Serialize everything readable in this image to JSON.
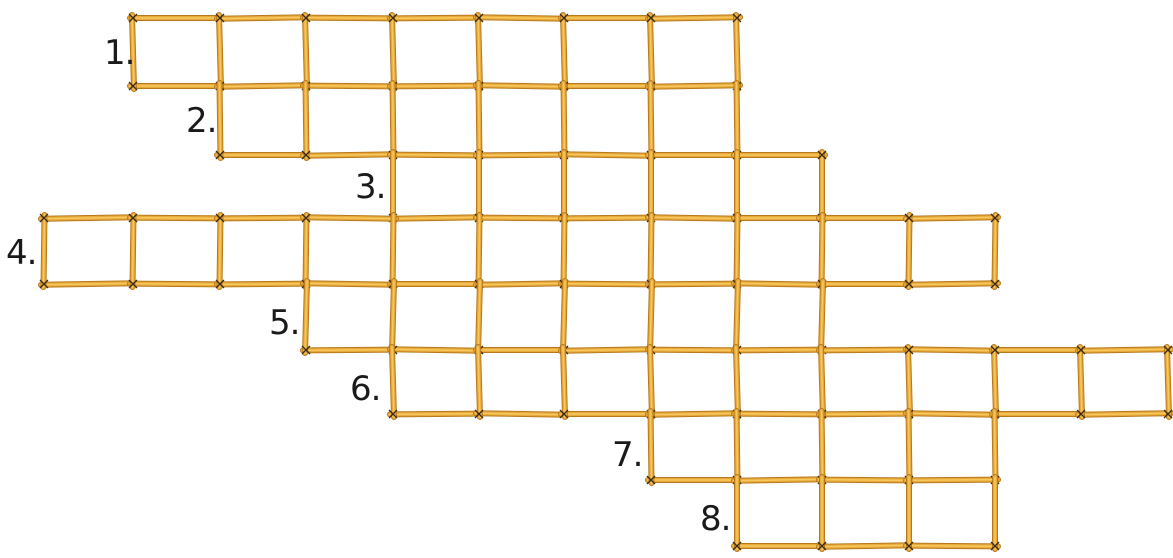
{
  "puzzle": {
    "rows": [
      {
        "number": "1.",
        "col_start": 1,
        "col_end": 8
      },
      {
        "number": "2.",
        "col_start": 2,
        "col_end": 8
      },
      {
        "number": "3.",
        "col_start": 4,
        "col_end": 9
      },
      {
        "number": "4.",
        "col_start": 0,
        "col_end": 11
      },
      {
        "number": "5.",
        "col_start": 3,
        "col_end": 9
      },
      {
        "number": "6.",
        "col_start": 4,
        "col_end": 13
      },
      {
        "number": "7.",
        "col_start": 7,
        "col_end": 11
      },
      {
        "number": "8.",
        "col_start": 8,
        "col_end": 11
      }
    ]
  },
  "colors": {
    "stick": "#e8a93a",
    "stick_highlight": "#f6c95e",
    "stick_shadow": "#b8791c",
    "knot": "#3a2a12",
    "text": "#1a1a1a"
  }
}
